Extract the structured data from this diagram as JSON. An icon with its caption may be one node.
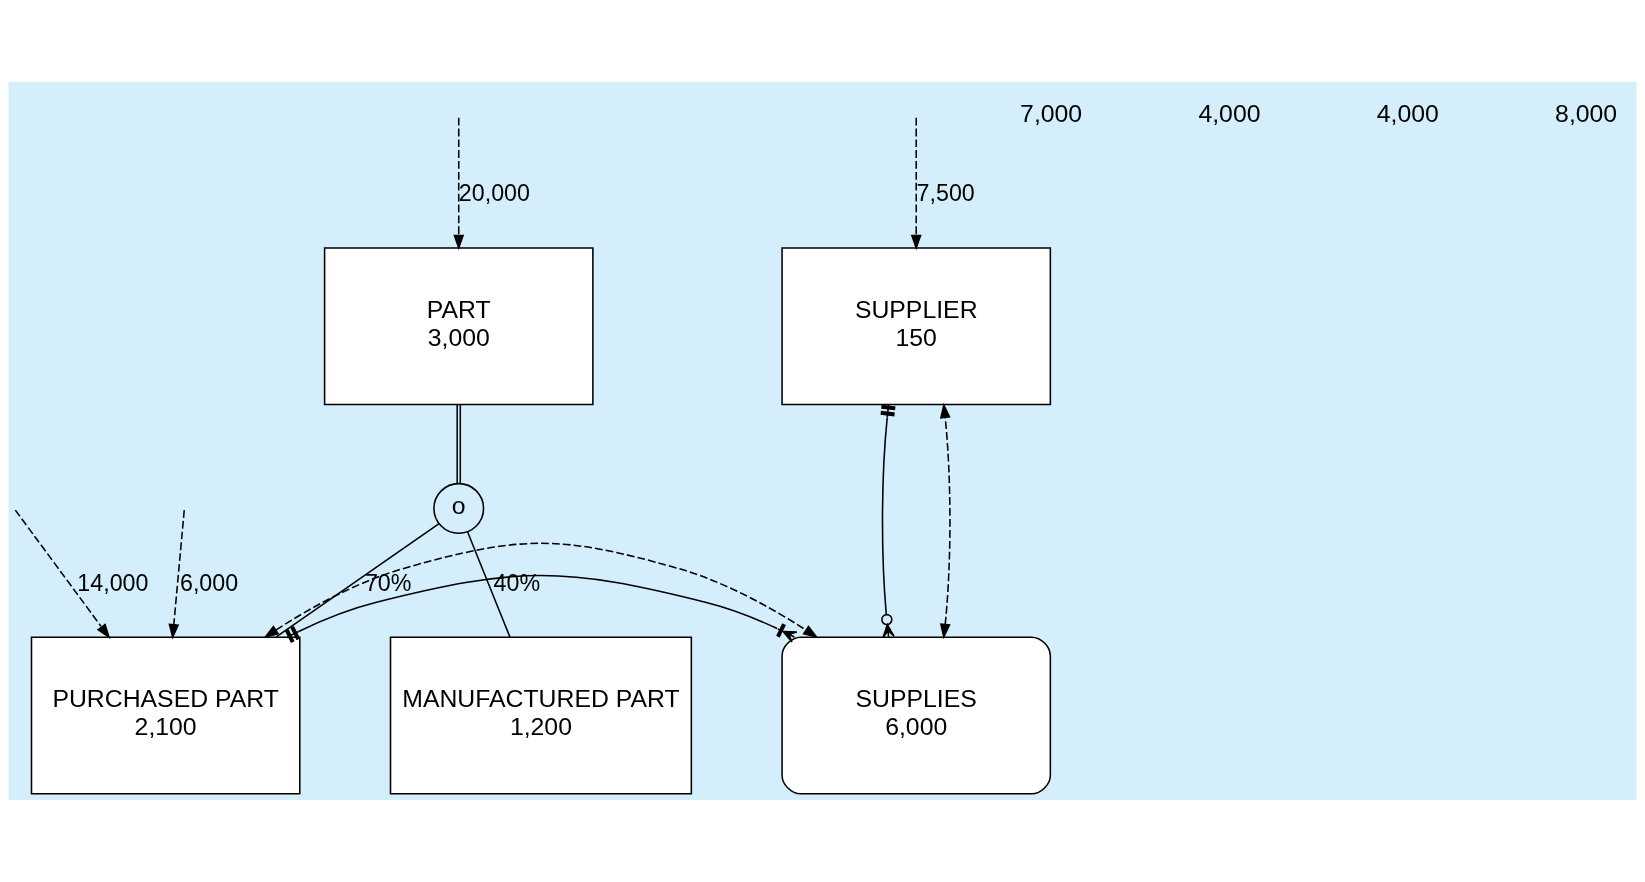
{
  "diagram": {
    "nodes": [
      {
        "text": [
          "PART",
          "3,000"
        ]
      },
      {
        "text": [
          "o"
        ]
      },
      {
        "text": [
          "MANUFACTURED PART",
          "1,200"
        ]
      },
      {
        "text": [
          "PURCHASED PART",
          "2,100"
        ]
      },
      {
        "text": [
          "SUPPLIER",
          "150"
        ]
      },
      {
        "text": [
          "SUPPLIES",
          "6,000"
        ]
      }
    ],
    "edges": [
      {
        "from": null,
        "to": 0,
        "arrow": "to",
        "style": "dashed",
        "label": "20,000"
      },
      {
        "from": 0,
        "to": 1,
        "arrow": "none"
      },
      {
        "from": 1,
        "to": 2,
        "arrow": "none",
        "label": "40%"
      },
      {
        "from": 1,
        "to": 3,
        "arrow": "none",
        "label": "70%"
      },
      {
        "from": null,
        "to": 3,
        "arrow": "to",
        "style": "dashed",
        "label": "14,000"
      },
      {
        "from": null,
        "to": 3,
        "arrow": "to",
        "style": "dashed",
        "label": "6,000"
      },
      {
        "from": null,
        "to": 4,
        "arrow": "to",
        "style": "dashed",
        "label": "7,500"
      },
      {
        "from": 4,
        "to": 5,
        "arrow": "other"
      },
      {
        "from": 3,
        "to": 5,
        "arrow": "other"
      },
      {
        "from": 5,
        "to": 4,
        "arrow": "both",
        "style": "dashed"
      },
      {
        "from": 3,
        "to": 5,
        "arrow": "both",
        "style": "dashed"
      }
    ],
    "labels": [
      "7,000",
      "4,000",
      "4,000",
      "8,000"
    ]
  }
}
